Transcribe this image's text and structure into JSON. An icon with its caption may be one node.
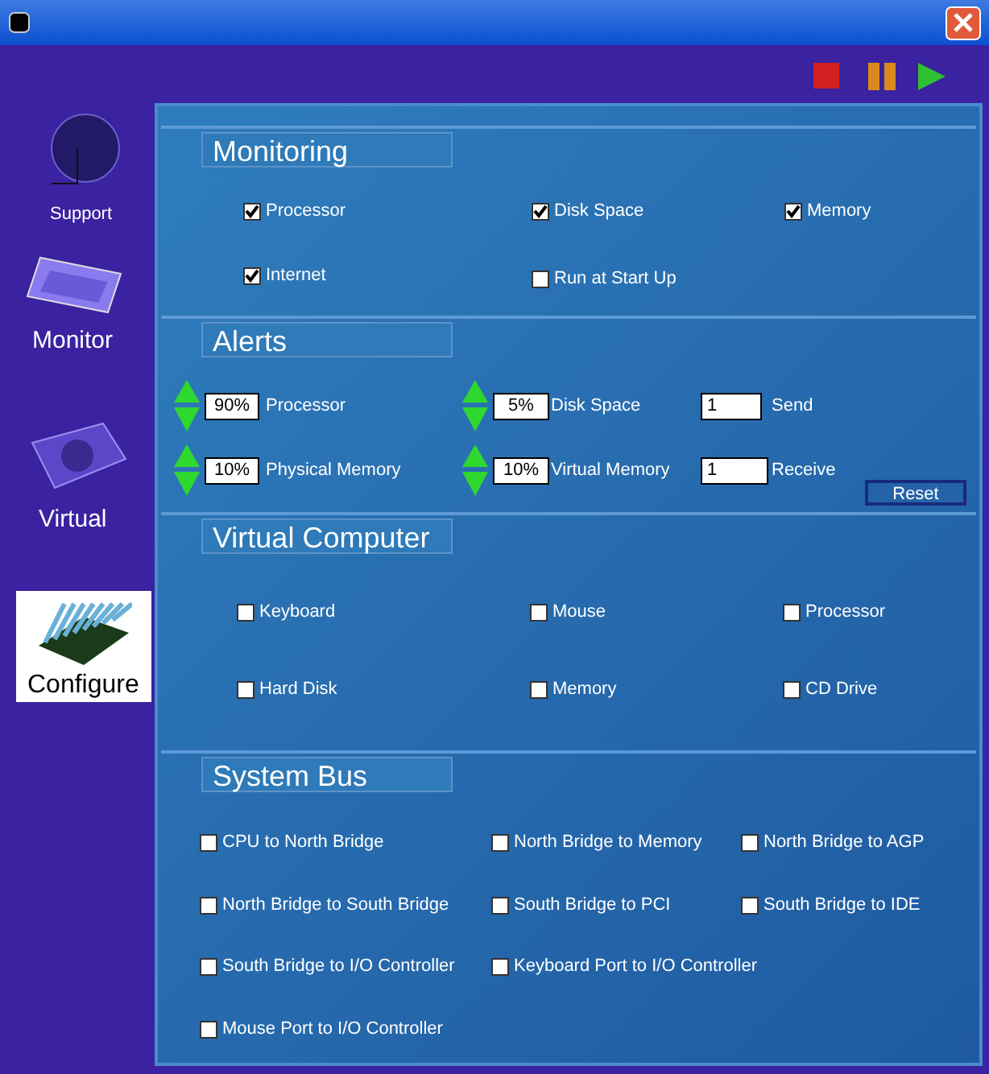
{
  "diagram": {
    "labels": [
      "Support",
      "Monitor",
      "Virtual",
      "Configure",
      "Monitoring",
      "Processor",
      "Disk Space",
      "Memory",
      "Internet",
      "Run at Start Up",
      "Alerts",
      "90%",
      "Processor",
      "5%",
      "Disk Space",
      "1",
      "Send",
      "10%",
      "Physical Memory",
      "10%",
      "Virtual Memory",
      "1",
      "Receive",
      "Reset",
      "Virtual Computer",
      "Keyboard",
      "Mouse",
      "Processor",
      "Hard Disk",
      "Memory",
      "CD Drive",
      "System Bus",
      "CPU to North Bridge",
      "North Bridge to Memory",
      "North Bridge to AGP",
      "North Bridge to South Bridge",
      "South Bridge to PCI",
      "South Bridge to IDE",
      "South Bridge to I/O Controller",
      "Keyboard Port to I/O Controller",
      "Mouse Port to I/O Controller"
    ]
  }
}
